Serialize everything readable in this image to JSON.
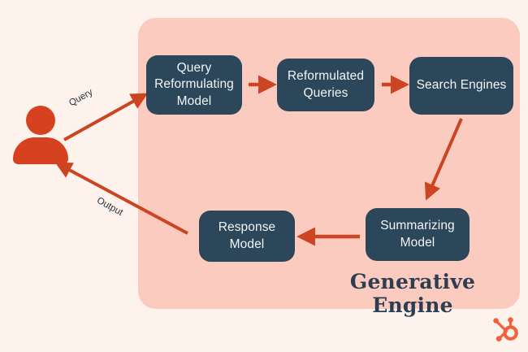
{
  "diagram": {
    "title": "Generative Engine",
    "background_color": "#FDF3EC",
    "panel_color": "#FBCBBF",
    "node_color": "#2C4759",
    "accent_color": "#CC4422",
    "nodes": [
      {
        "id": "query-reformulating-model",
        "label": "Query\nReformulating\nModel"
      },
      {
        "id": "reformulated-queries",
        "label": "Reformulated\nQueries"
      },
      {
        "id": "search-engines",
        "label": "Search Engines"
      },
      {
        "id": "summarizing-model",
        "label": "Summarizing\nModel"
      },
      {
        "id": "response-model",
        "label": "Response\nModel"
      }
    ],
    "edges": [
      {
        "id": "user-to-query-reformulating",
        "label": "Query"
      },
      {
        "id": "reformulating-to-reformulated",
        "label": ""
      },
      {
        "id": "reformulated-to-search",
        "label": ""
      },
      {
        "id": "search-to-summarizing",
        "label": ""
      },
      {
        "id": "summarizing-to-response",
        "label": ""
      },
      {
        "id": "response-to-user",
        "label": "Output"
      }
    ],
    "actor": {
      "id": "user",
      "icon": "user-avatar-icon"
    },
    "brand": {
      "id": "hubspot",
      "icon": "hubspot-sprocket-logo"
    }
  }
}
